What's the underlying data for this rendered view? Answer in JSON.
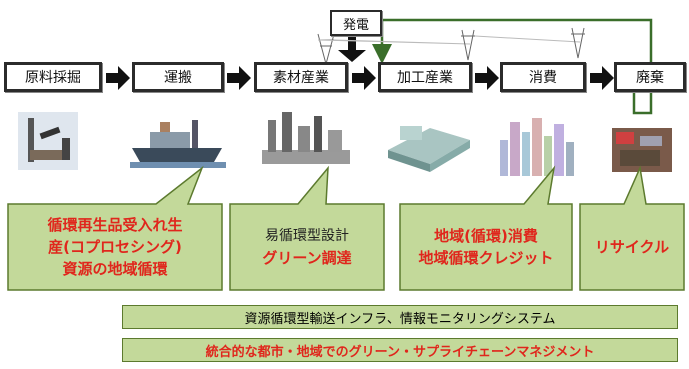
{
  "flow": {
    "power_label": "発電",
    "stages": [
      "原料採掘",
      "運搬",
      "素材産業",
      "加工産業",
      "消費",
      "廃棄"
    ]
  },
  "callouts": {
    "recycling_goods": [
      "循環再生品受入れ生",
      "産(コプロセシング)",
      "資源の地域循環"
    ],
    "design": {
      "line1": "易循環型設計",
      "line2": "グリーン調達"
    },
    "consumption": [
      "地域(循環)消費",
      "地域循環クレジット"
    ],
    "recycle": "リサイクル"
  },
  "bars": {
    "infra": "資源循環型輸送インフラ、情報モニタリングシステム",
    "management": "統合的な都市・地域でのグリーン・サプライチェーンマネジメント"
  },
  "colors": {
    "return_arrow": "#3a6e2a",
    "callout_fill": "#c3d99a",
    "callout_border": "#5c7a2e",
    "accent_text": "#e0261c"
  }
}
